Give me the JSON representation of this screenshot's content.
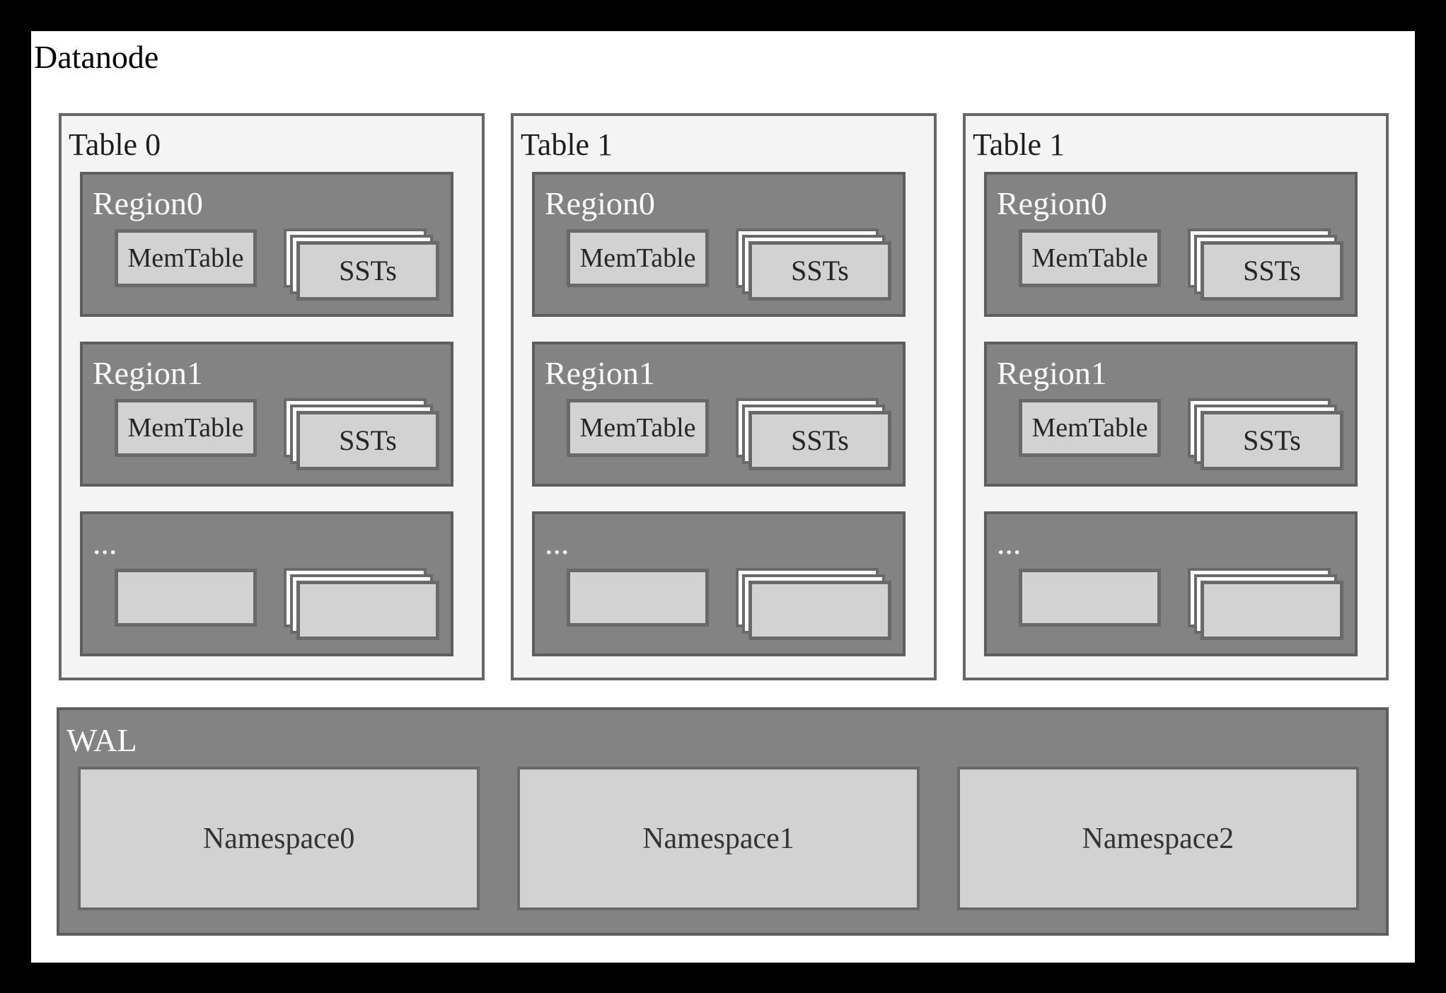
{
  "title": "Datanode",
  "tables": [
    {
      "label": "Table 0",
      "regions": [
        {
          "label": "Region0",
          "memtable": "MemTable",
          "ssts": "SSTs"
        },
        {
          "label": "Region1",
          "memtable": "MemTable",
          "ssts": "SSTs"
        },
        {
          "label": "...",
          "memtable": "",
          "ssts": ""
        }
      ]
    },
    {
      "label": "Table 1",
      "regions": [
        {
          "label": "Region0",
          "memtable": "MemTable",
          "ssts": "SSTs"
        },
        {
          "label": "Region1",
          "memtable": "MemTable",
          "ssts": "SSTs"
        },
        {
          "label": "...",
          "memtable": "",
          "ssts": ""
        }
      ]
    },
    {
      "label": "Table 1",
      "regions": [
        {
          "label": "Region0",
          "memtable": "MemTable",
          "ssts": "SSTs"
        },
        {
          "label": "Region1",
          "memtable": "MemTable",
          "ssts": "SSTs"
        },
        {
          "label": "...",
          "memtable": "",
          "ssts": ""
        }
      ]
    }
  ],
  "wal": {
    "label": "WAL",
    "namespaces": [
      "Namespace0",
      "Namespace1",
      "Namespace2"
    ]
  },
  "colors": {
    "frame": "#000000",
    "panel_bg": "#ffffff",
    "table_fill": "#f4f4f4",
    "table_border": "#666666",
    "region_fill": "#838383",
    "region_border": "#5e5e5e",
    "box_fill": "#d2d2d2",
    "box_border": "#696969",
    "stack_back_fill": "#fdfdfd",
    "text_dark": "#262626",
    "text_light": "#ffffff"
  }
}
